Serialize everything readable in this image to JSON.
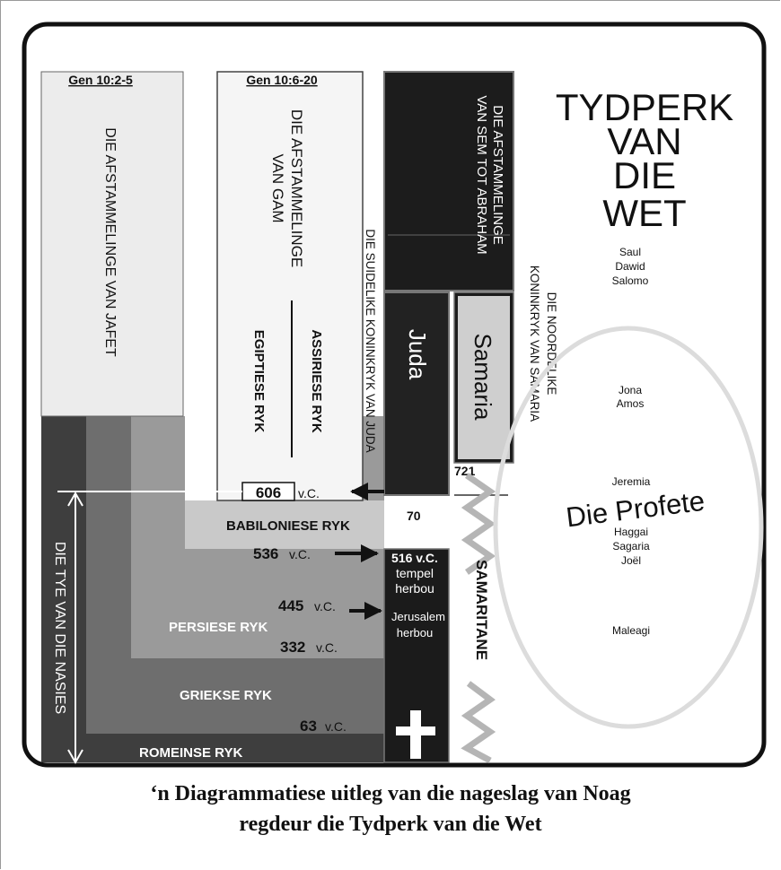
{
  "diagram": {
    "refs": {
      "gen_jafet": "Gen 10:2-5",
      "gen_gam": "Gen 10:6-20"
    },
    "columns": {
      "jafet": "DIE AFSTAMMELINGE VAN JAFET",
      "gam_line1": "DIE AFSTAMMELINGE",
      "gam_line2": "VAN GAM",
      "assiriese": "ASSIRIESE RYK",
      "egiptiese": "EGIPTIESE RYK",
      "sem_line1": "DIE AFSTAMMELINGE",
      "sem_line2": "VAN SEM TOT ABRAHAM",
      "suidelike": "DIE SUIDELIKE KONINKRYK VAN JUDA",
      "noordelike_line1": "DIE NOORDELIKE",
      "noordelike_line2": "KONINKRYK VAN SAMARIA",
      "juda": "Juda",
      "samaria": "Samaria",
      "samaritane": "SAMARITANE",
      "tye_van_die_nasies": "DIE TYE VAN DIE NASIES"
    },
    "title": {
      "line1": "TYDPERK",
      "line2": "VAN",
      "line3": "DIE",
      "line4": "WET"
    },
    "kings": [
      "Saul",
      "Dawid",
      "Salomo"
    ],
    "prophets": {
      "label": "Die Profete",
      "group1": [
        "Jona",
        "Amos"
      ],
      "group2": [
        "Jeremia"
      ],
      "group3": [
        "Haggai",
        "Sagaria",
        "Joël"
      ],
      "group4": [
        "Maleagi"
      ]
    },
    "empires": {
      "babiloniese": "BABILONIESE RYK",
      "persiese": "PERSIESE RYK",
      "griekse": "GRIEKSE RYK",
      "romeinse": "ROMEINSE RYK"
    },
    "dates": {
      "d606": "606",
      "d606_suffix": "v.C.",
      "d536": "536",
      "d536_suffix": "v.C.",
      "d445": "445",
      "d445_suffix": "v.C.",
      "d332": "332",
      "d332_suffix": "v.C.",
      "d63": "63",
      "d63_suffix": "v.C.",
      "d721": "721",
      "d70": "70"
    },
    "events": {
      "tempel_line1": "516 v.C.",
      "tempel_line2": "tempel",
      "tempel_line3": "herbou",
      "jerusalem_line1": "Jerusalem",
      "jerusalem_line2": "herbou"
    },
    "colors": {
      "jafet_bg": "#ececec",
      "sem_bg": "#1c1c1c",
      "juda_bg": "#222222",
      "samaria_bg": "#cfcfcf",
      "babilon": "#c9c9c9",
      "persies": "#9a9a9a",
      "grieks": "#6e6e6e",
      "romeins": "#3e3e3e",
      "cross_column": "#1b1b1b",
      "zigzag": "#b5b5b5"
    }
  },
  "caption": {
    "line1": "‘n Diagrammatiese uitleg van die nageslag van Noag",
    "line2": "regdeur die Tydperk van die Wet"
  }
}
